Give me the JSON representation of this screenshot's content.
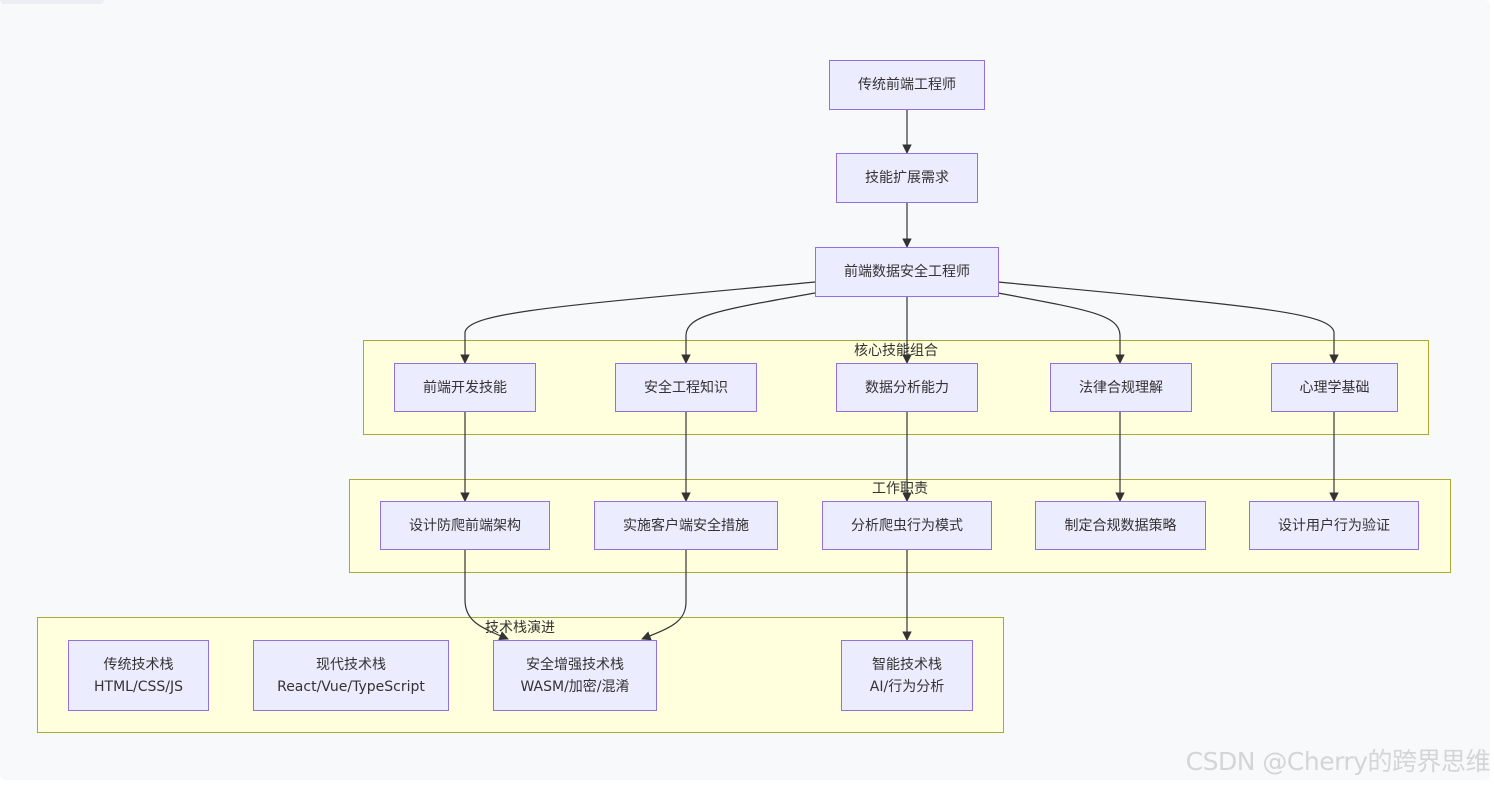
{
  "nodes": {
    "trad_fe": "传统前端工程师",
    "skill_ext": "技能扩展需求",
    "fe_sec_eng": "前端数据安全工程师",
    "fe_dev": "前端开发技能",
    "sec_eng": "安全工程知识",
    "data_ana": "数据分析能力",
    "legal": "法律合规理解",
    "psych": "心理学基础",
    "design_arch": "设计防爬前端架构",
    "client_sec": "实施客户端安全措施",
    "crawler_ana": "分析爬虫行为模式",
    "compliance": "制定合规数据策略",
    "user_verify": "设计用户行为验证",
    "trad_stack_1": "传统技术栈",
    "trad_stack_2": "HTML/CSS/JS",
    "modern_stack_1": "现代技术栈",
    "modern_stack_2": "React/Vue/TypeScript",
    "sec_stack_1": "安全增强技术栈",
    "sec_stack_2": "WASM/加密/混淆",
    "smart_stack_1": "智能技术栈",
    "smart_stack_2": "AI/行为分析"
  },
  "clusters": {
    "core_skills": "核心技能组合",
    "duties": "工作职责",
    "tech_evolution": "技术栈演进"
  },
  "edges": [
    [
      "trad_fe",
      "skill_ext"
    ],
    [
      "skill_ext",
      "fe_sec_eng"
    ],
    [
      "fe_sec_eng",
      "fe_dev"
    ],
    [
      "fe_sec_eng",
      "sec_eng"
    ],
    [
      "fe_sec_eng",
      "data_ana"
    ],
    [
      "fe_sec_eng",
      "legal"
    ],
    [
      "fe_sec_eng",
      "psych"
    ],
    [
      "fe_dev",
      "design_arch"
    ],
    [
      "sec_eng",
      "client_sec"
    ],
    [
      "data_ana",
      "crawler_ana"
    ],
    [
      "legal",
      "compliance"
    ],
    [
      "psych",
      "user_verify"
    ],
    [
      "design_arch",
      "sec_stack"
    ],
    [
      "client_sec",
      "sec_stack"
    ],
    [
      "crawler_ana",
      "smart_stack"
    ]
  ],
  "colors": {
    "node_fill": "#ececff",
    "node_border": "#9370db",
    "cluster_fill": "#ffffde",
    "cluster_border": "#aaaa33",
    "edge": "#333333"
  },
  "watermark": "CSDN @Cherry的跨界思维"
}
